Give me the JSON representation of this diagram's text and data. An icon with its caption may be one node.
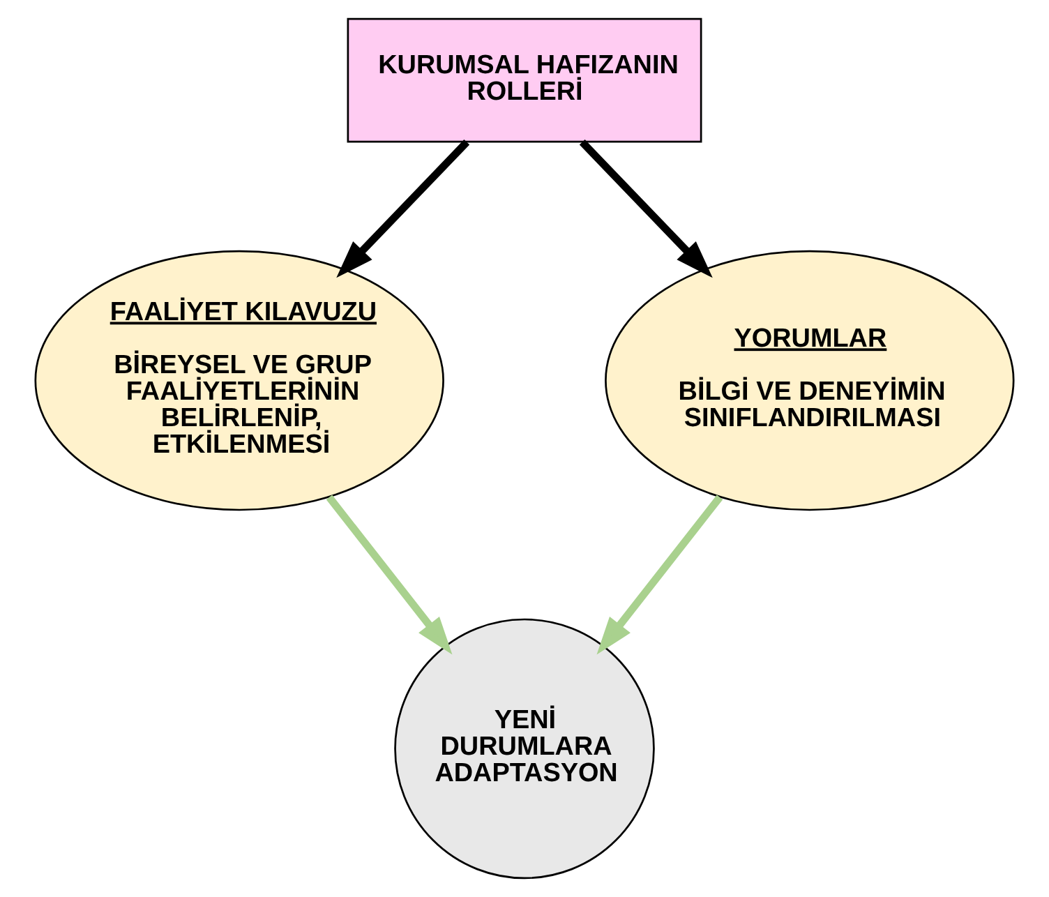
{
  "diagram": {
    "nodes": [
      {
        "text": [
          "KURUMSAL HAFIZANIN ROLLERİ"
        ]
      },
      {
        "text": [
          "FAALİYET KILAVUZU",
          "BİREYSEL VE GRUP FAALİYETLERİNİN BELİRLENİP, ETKİLENMESİ"
        ]
      },
      {
        "text": [
          "YORUMLAR",
          "BİLGİ VE DENEYİMİN SINIFLANDIRILMASI"
        ]
      },
      {
        "text": [
          "YENİ DURUMLARA ADAPTASYON"
        ]
      }
    ],
    "edges": [
      {
        "from": 0,
        "to": 1,
        "arrow": "to"
      },
      {
        "from": 0,
        "to": 2,
        "arrow": "to"
      },
      {
        "from": 1,
        "to": 3,
        "arrow": "to",
        "color": "#a9d18e"
      },
      {
        "from": 2,
        "to": 3,
        "arrow": "to",
        "color": "#a9d18e"
      }
    ]
  }
}
